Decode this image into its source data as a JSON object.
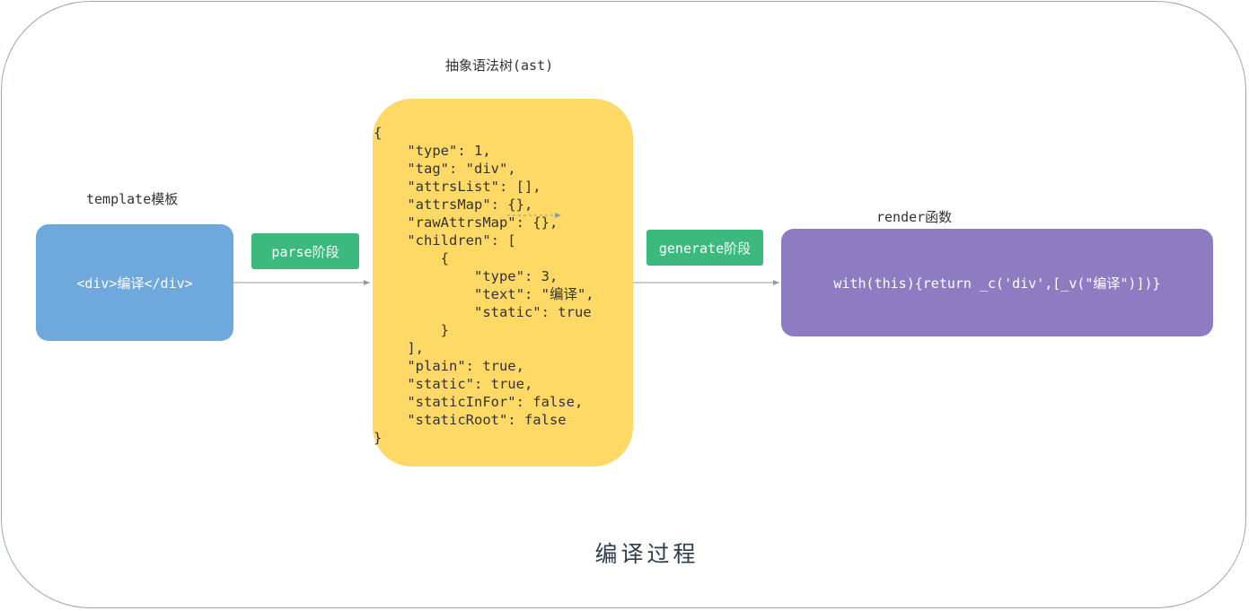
{
  "labels": {
    "template": "template模板",
    "ast": "抽象语法树(ast)",
    "render": "render函数"
  },
  "nodes": {
    "template_code": "<div>编译</div>",
    "ast_code": "{\n    \"type\": 1,\n    \"tag\": \"div\",\n    \"attrsList\": [],\n    \"attrsMap\": {},\n    \"rawAttrsMap\": {},\n    \"children\": [\n        {\n            \"type\": 3,\n            \"text\": \"编译\",\n            \"static\": true\n        }\n    ],\n    \"plain\": true,\n    \"static\": true,\n    \"staticInFor\": false,\n    \"staticRoot\": false\n}",
    "render_code": "with(this){return _c('div',[_v(\"编译\")])}"
  },
  "stages": {
    "parse": "parse阶段",
    "generate": "generate阶段"
  },
  "title": "编译过程",
  "colors": {
    "template_box": "#6fa8dc",
    "ast_box": "#ffd966",
    "render_box": "#8e7cc3",
    "stage_label": "#3cba7e",
    "arrow": "#8c9aa1"
  }
}
